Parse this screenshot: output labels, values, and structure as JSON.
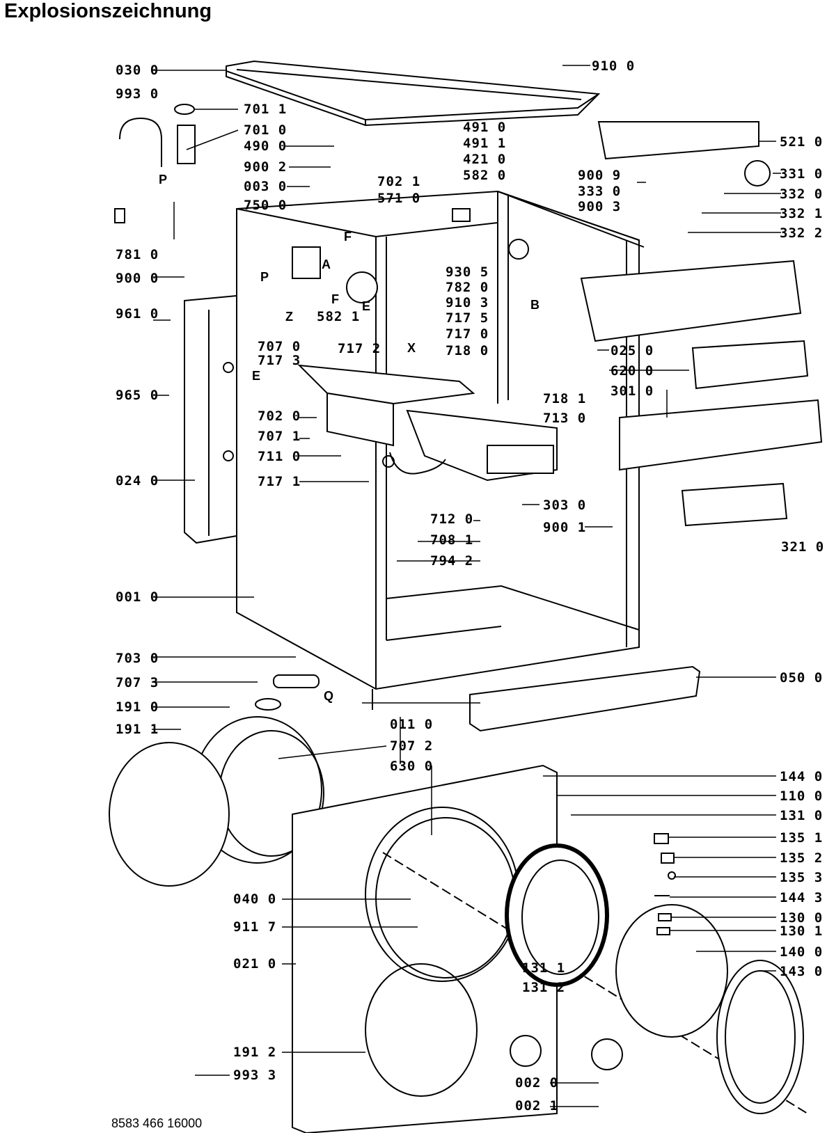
{
  "title": "Explosionszeichnung",
  "document_number": "8583 466 16000",
  "labels_left": {
    "p0300": "030 0",
    "p9930": "993 0",
    "p7011": "701 1",
    "p7010": "701 0",
    "p4900": "490 0",
    "p9002": "900 2",
    "p0030": "003 0",
    "p7500": "750 0",
    "p7810": "781 0",
    "p9000": "900 0",
    "p9610": "961 0",
    "p9650": "965 0",
    "p0240": "024 0",
    "p0010": "001 0",
    "p7070": "707 0",
    "p7173": "717 3",
    "p7020": "702 0",
    "p7071": "707 1",
    "p7110": "711 0",
    "p7171": "717 1",
    "p7030": "703 0",
    "p7073": "707 3",
    "p1910": "191 0",
    "p1911": "191 1",
    "p0400": "040 0",
    "p9117": "911 7",
    "p0210": "021 0",
    "p1912": "191 2",
    "p9933": "993 3"
  },
  "labels_center": {
    "p7021": "702 1",
    "p5710": "571 0",
    "p5821": "582 1",
    "p7172": "717 2",
    "p9305": "930 5",
    "p7820": "782 0",
    "p9103": "910 3",
    "p7175": "717 5",
    "p7170": "717 0",
    "p7180": "718 0",
    "p4910": "491 0",
    "p4911": "491 1",
    "p4210": "421 0",
    "p5820": "582 0",
    "p7120": "712 0",
    "p7081": "708 1",
    "p7942": "794 2",
    "p0110": "011 0",
    "p7072": "707 2",
    "p6300": "630 0",
    "p1311": "131 1",
    "p1312": "131 2",
    "p0020": "002 0",
    "p0021": "002 1"
  },
  "labels_right": {
    "p9100": "910 0",
    "p5210": "521 0",
    "p9009": "900 9",
    "p3330": "333 0",
    "p9003": "900 3",
    "p3310": "331 0",
    "p3320": "332 0",
    "p3321": "332 1",
    "p3322": "332 2",
    "p0250": "025 0",
    "p6200": "620 0",
    "p3010": "301 0",
    "p7181": "718 1",
    "p7130": "713 0",
    "p3030": "303 0",
    "p9001": "900 1",
    "p3210": "321 0",
    "p0500": "050 0",
    "p1440": "144 0",
    "p1100": "110 0",
    "p1310": "131 0",
    "p1351": "135 1",
    "p1352": "135 2",
    "p1353": "135 3",
    "p1443": "144 3",
    "p1300": "130 0",
    "p1301": "130 1",
    "p1400": "140 0",
    "p1430": "143 0"
  },
  "letters": {
    "A": "A",
    "B": "B",
    "E": "E",
    "F": "F",
    "P": "P",
    "X": "X",
    "Z": "Z",
    "Q": "Q"
  }
}
